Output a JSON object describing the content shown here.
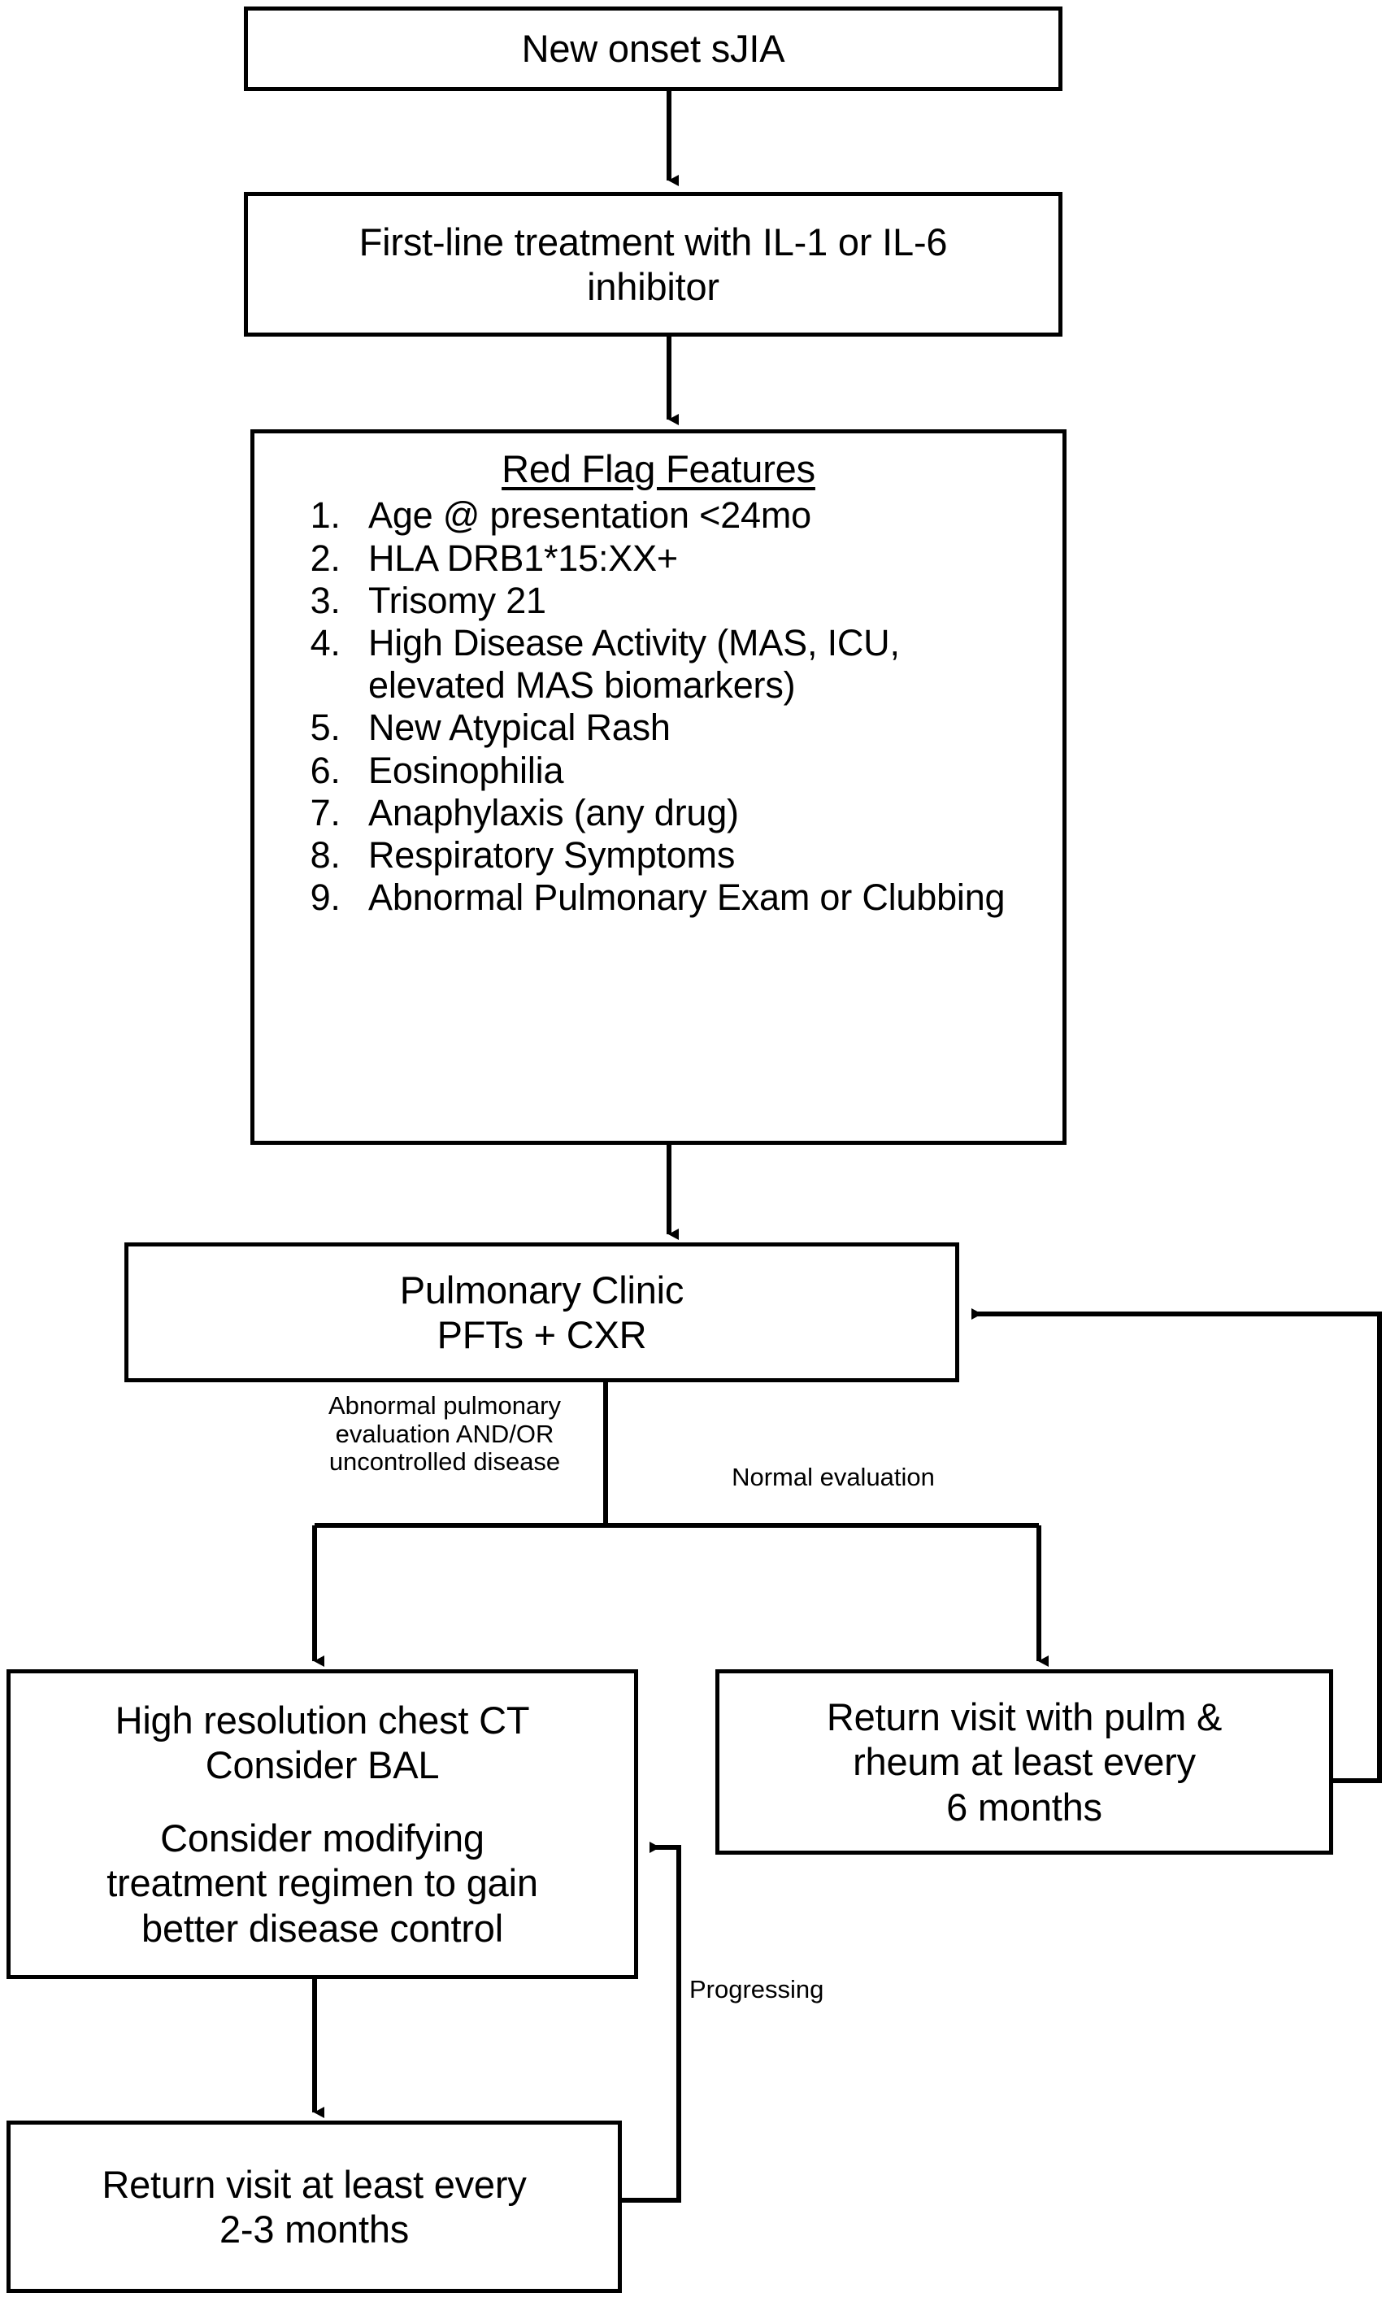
{
  "diagram": {
    "title": "sJIA pulmonary screening and management algorithm",
    "line_color": "#000000",
    "fill_color": "#ffffff",
    "text_color": "#000000"
  },
  "nodes": {
    "new_onset": {
      "text": "New onset sJIA"
    },
    "first_line": {
      "line1": "First-line treatment with IL-1 or IL-6",
      "line2": "inhibitor"
    },
    "red_flags": {
      "title": "Red Flag Features",
      "items": [
        "Age @ presentation <24mo",
        "HLA DRB1*15:XX+",
        "Trisomy 21",
        "High Disease Activity (MAS, ICU, elevated MAS biomarkers)",
        "New Atypical Rash",
        "Eosinophilia",
        "Anaphylaxis (any drug)",
        "Respiratory Symptoms",
        "Abnormal Pulmonary Exam or Clubbing"
      ]
    },
    "pulm_clinic": {
      "line1": "Pulmonary Clinic",
      "line2": "PFTs + CXR"
    },
    "hrct": {
      "line1": "High resolution chest CT",
      "line2": "Consider BAL",
      "line3": "Consider modifying",
      "line4": "treatment regimen to gain",
      "line5": "better disease control"
    },
    "return_6mo": {
      "line1": "Return visit with pulm &",
      "line2": "rheum at least every",
      "line3": "6 months"
    },
    "return_23mo": {
      "line1": "Return visit at least every",
      "line2": "2-3 months"
    }
  },
  "edge_labels": {
    "abnormal": "Abnormal pulmonary\nevaluation AND/OR\nuncontrolled disease",
    "normal": "Normal evaluation",
    "progressing": "Progressing"
  }
}
